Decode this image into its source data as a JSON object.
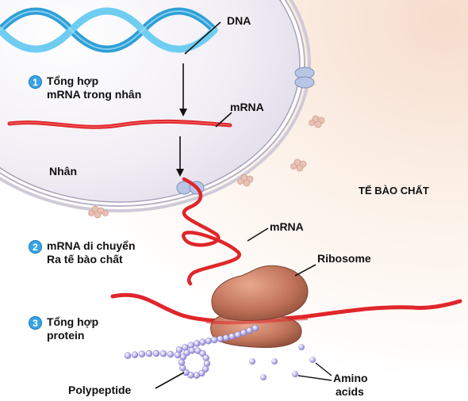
{
  "labels": {
    "dna": "DNA",
    "mrna_nucleus": "mRNA",
    "nucleus": "Nhân",
    "cytoplasm": "TẾ BÀO CHẤT",
    "mrna_cytoplasm": "mRNA",
    "ribosome": "Ribosome",
    "polypeptide": "Polypeptide",
    "amino_line1": "Amino",
    "amino_line2": "acids"
  },
  "steps": [
    {
      "number": "1",
      "line1": "Tổng hợp",
      "line2": "mRNA trong nhân"
    },
    {
      "number": "2",
      "line1": "mRNA di chuyển",
      "line2": "Ra tế bào chất"
    },
    {
      "number": "3",
      "line1": "Tổng hợp",
      "line2": "protein"
    }
  ],
  "colors": {
    "nucleus_fill": "#ece8f2",
    "cytoplasm_tint": "#fbf2e6",
    "dna": "#43b6e6",
    "mrna": "#e0262a",
    "ribosome": "#c0735a",
    "amino_acid": "#b9b4e8",
    "badge": "#3aa3e3"
  }
}
